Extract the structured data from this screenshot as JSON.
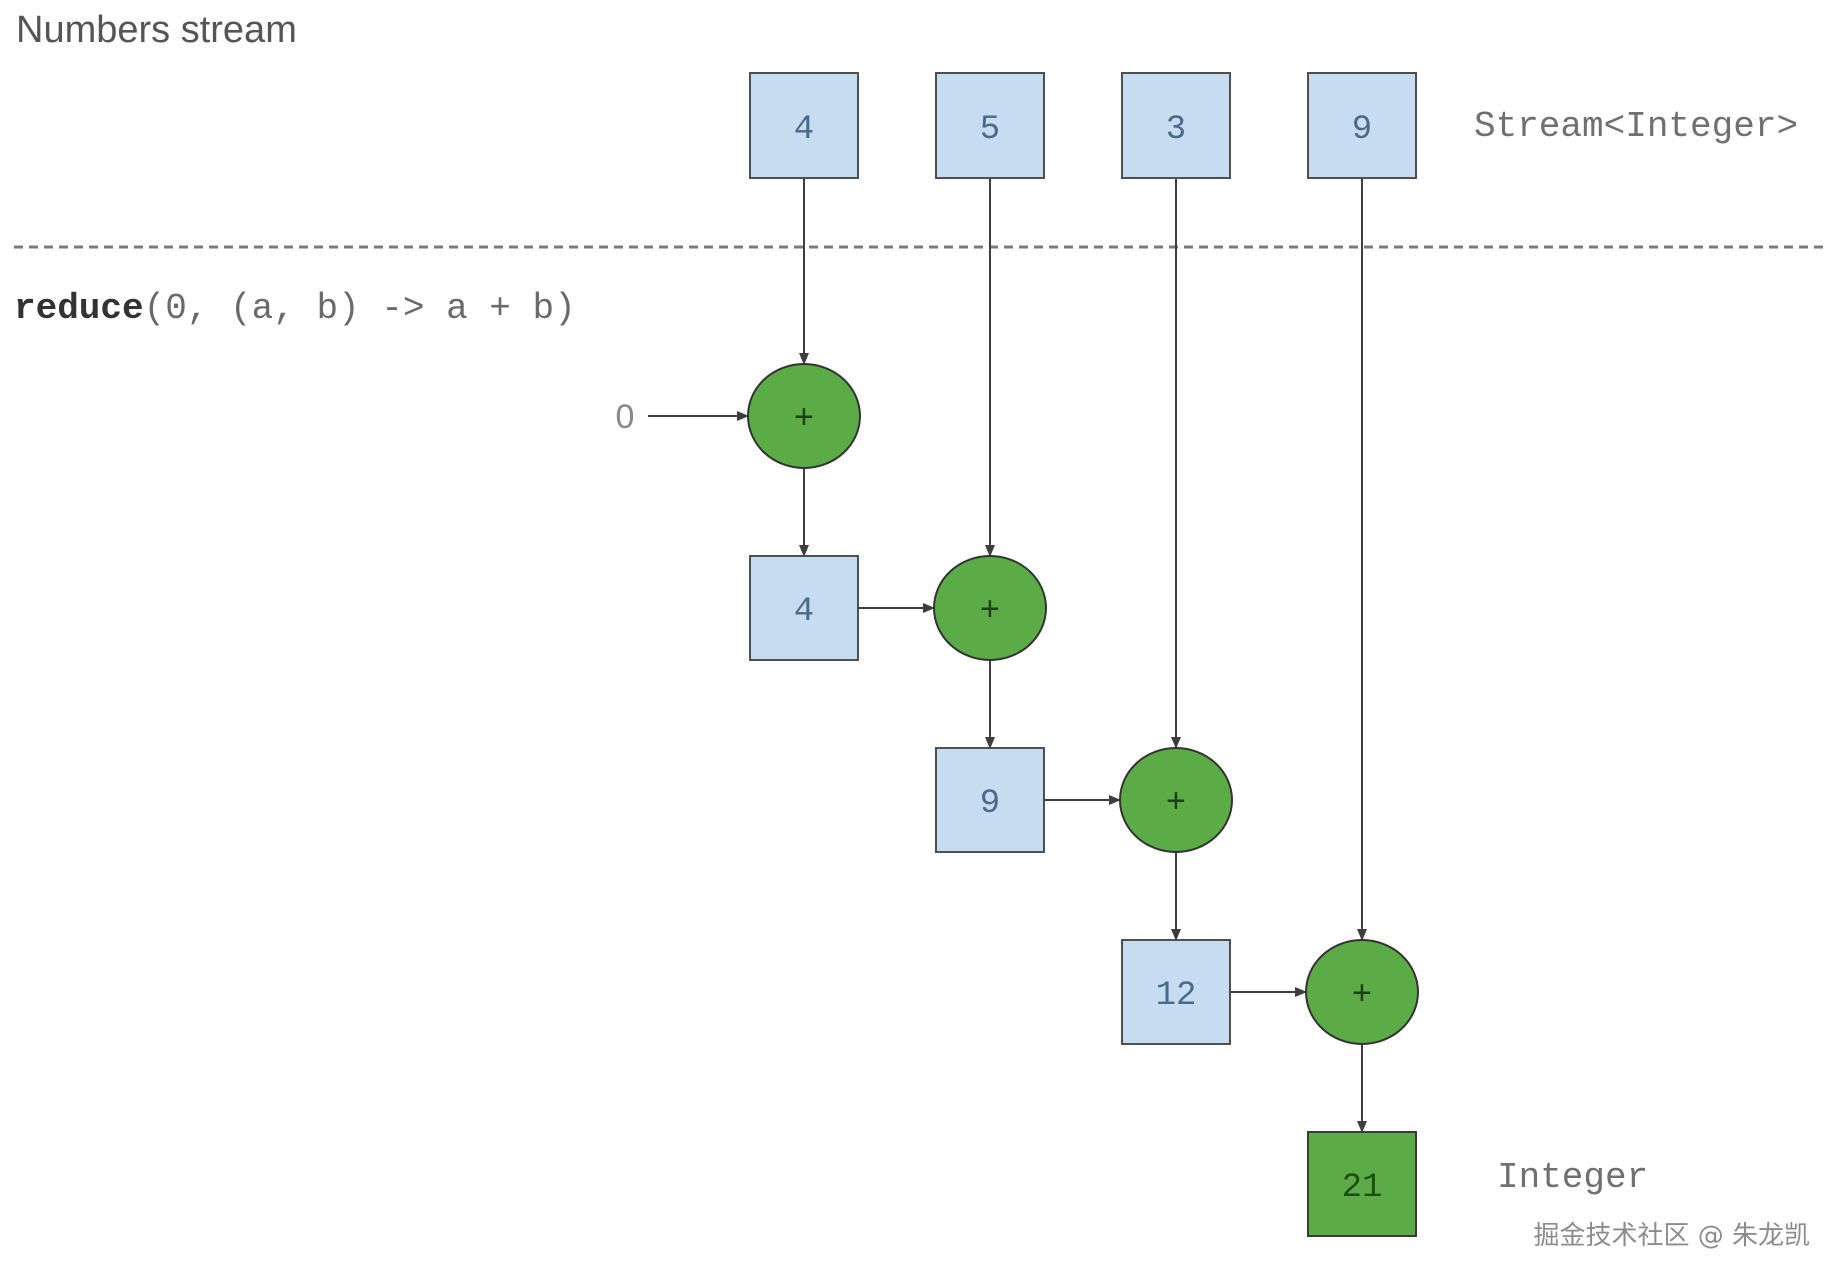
{
  "title": "Numbers stream",
  "operation": {
    "method": "reduce",
    "args": "(0, (a, b) -> a + b)"
  },
  "stream_label": "Stream<Integer>",
  "result_label": "Integer",
  "stream_values": [
    "4",
    "5",
    "3",
    "9"
  ],
  "seed": "0",
  "operator_symbol": "+",
  "intermediate_values": [
    "4",
    "9",
    "12"
  ],
  "result_value": "21",
  "watermark": "掘金技术社区 @ 朱龙凯",
  "colors": {
    "stream_box_fill": "#c6dcf1",
    "operator_fill": "#5bab46",
    "result_fill": "#5bab46",
    "separator": "#7a7a7a"
  }
}
